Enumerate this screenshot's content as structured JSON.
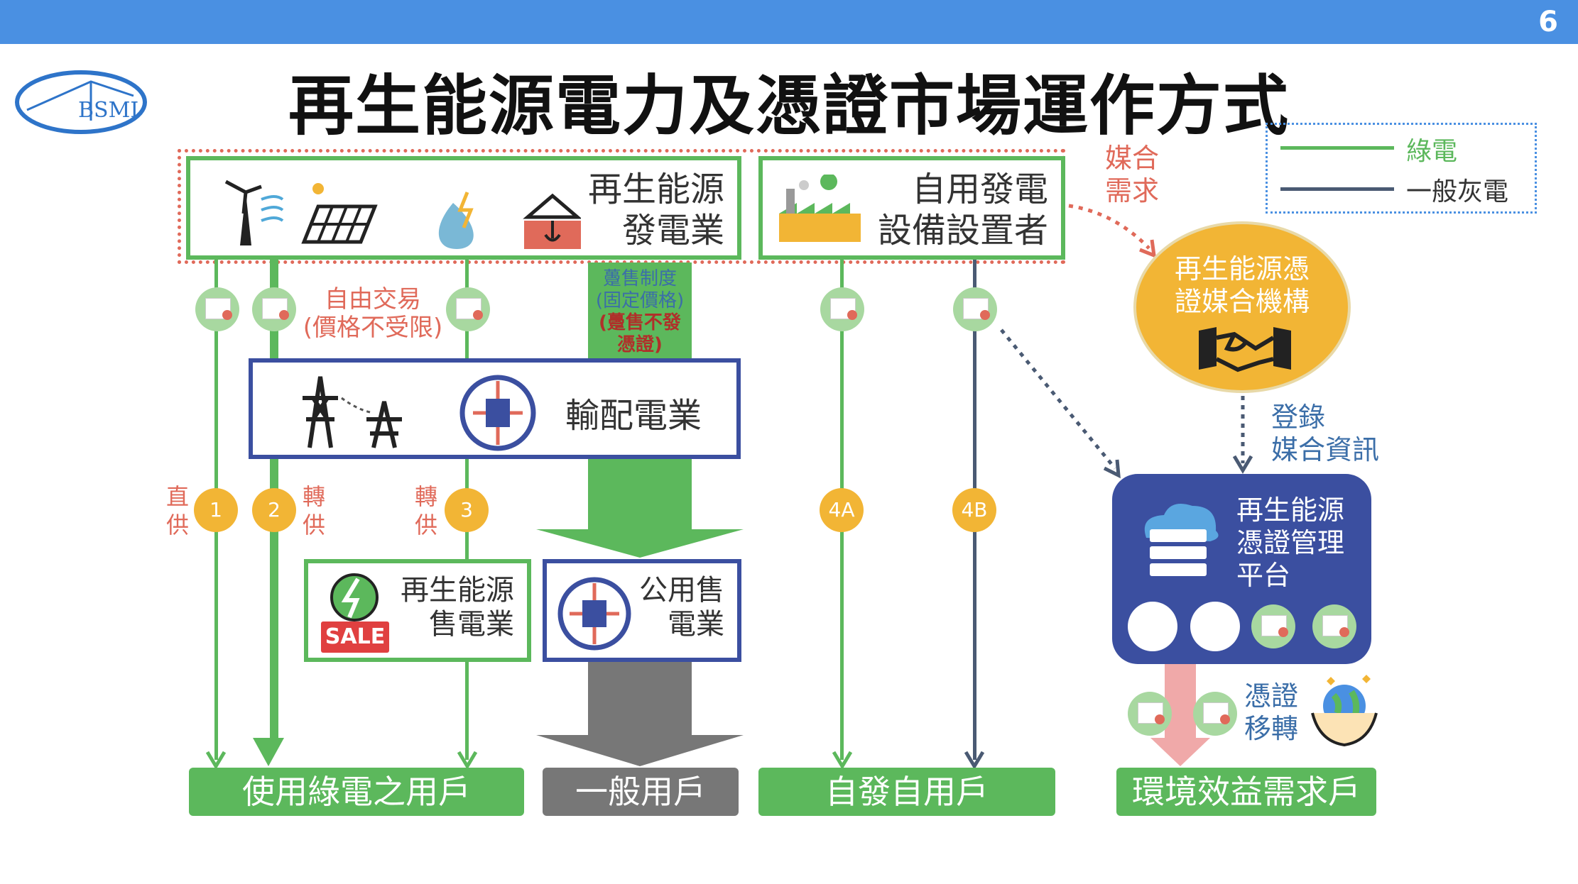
{
  "page_number": "6",
  "logo_text": "BSMI",
  "title": "再生能源電力及憑證市場運作方式",
  "legend": {
    "green": "綠電",
    "grey": "一般灰電"
  },
  "colors": {
    "accent": "#4a90e2",
    "green": "#5cb85c",
    "grey_line": "#4a5a73",
    "orange": "#f2b535",
    "red": "#e06a5a",
    "navy": "#3b4fa0"
  },
  "gen_box": {
    "line1": "再生能源",
    "line2": "發電業"
  },
  "self_box": {
    "line1": "自用發電",
    "line2": "設備設置者"
  },
  "match_demand": {
    "line1": "媒合",
    "line2": "需求"
  },
  "matching_org": {
    "line1": "再生能源憑",
    "line2": "證媒合機構"
  },
  "register": {
    "line1": "登錄",
    "line2": "媒合資訊"
  },
  "free_trade": {
    "line1": "自由交易",
    "line2": "(價格不受限)"
  },
  "feed_in": {
    "line1": "躉售制度",
    "line2": "(固定價格)",
    "line3": "(躉售不發",
    "line4": "憑證)"
  },
  "grid_box": "輸配電業",
  "labels": {
    "direct1": "直",
    "direct2": "供",
    "wheel1": "轉",
    "wheel2": "供",
    "wheel3": "轉",
    "wheel4": "供"
  },
  "circles": [
    "1",
    "2",
    "3",
    "4A",
    "4B"
  ],
  "retail_box": {
    "sale": "SALE",
    "line1": "再生能源",
    "line2": "售電業"
  },
  "public_box": {
    "line1": "公用售",
    "line2": "電業"
  },
  "platform": {
    "line1": "再生能源",
    "line2": "憑證管理",
    "line3": "平台"
  },
  "transfer": {
    "line1": "憑證",
    "line2": "移轉"
  },
  "bottom": {
    "green_users": "使用綠電之用戶",
    "general": "一般用戶",
    "self_users": "自發自用戶",
    "env": "環境效益需求戶"
  }
}
